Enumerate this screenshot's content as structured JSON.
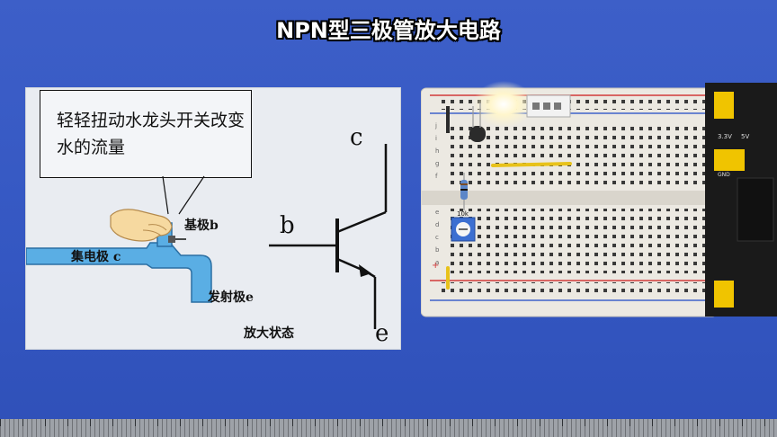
{
  "title": "NPN型三极管放大电路",
  "diagram": {
    "callout_text": "轻轻扭动水龙头开关改变水的流量",
    "label_base": "基极b",
    "label_collector": "集电极 c",
    "label_emitter": "发射极e",
    "state_label": "放大状态",
    "symbol_c": "c",
    "symbol_b": "b",
    "symbol_e": "e"
  },
  "breadboard": {
    "row_letters": [
      "j",
      "i",
      "h",
      "g",
      "f",
      "e",
      "d",
      "c",
      "b",
      "a"
    ],
    "pot_label": "10k",
    "plus_sign": "+",
    "module_labels": [
      "3.3V",
      "5V",
      "GND"
    ],
    "colors": {
      "board": "#ece9e2",
      "rail_red": "#d23b3b",
      "rail_blue": "#3f63c9",
      "wire_yellow": "#e8c21a",
      "led_glow": "#fffbe6",
      "module_black": "#1a1a1a",
      "jumper_yellow": "#f0c400"
    }
  },
  "colors": {
    "background": "#3a5cc6",
    "title_text": "#ffffff",
    "water": "#55a8e0",
    "hand": "#f6d9a0",
    "diagram_bg": "#e9ecf1"
  },
  "icons": [
    "hand-icon",
    "faucet-icon",
    "npn-transistor-symbol",
    "led-icon",
    "transistor-component-icon",
    "resistor-icon",
    "potentiometer-icon",
    "power-module-icon"
  ]
}
